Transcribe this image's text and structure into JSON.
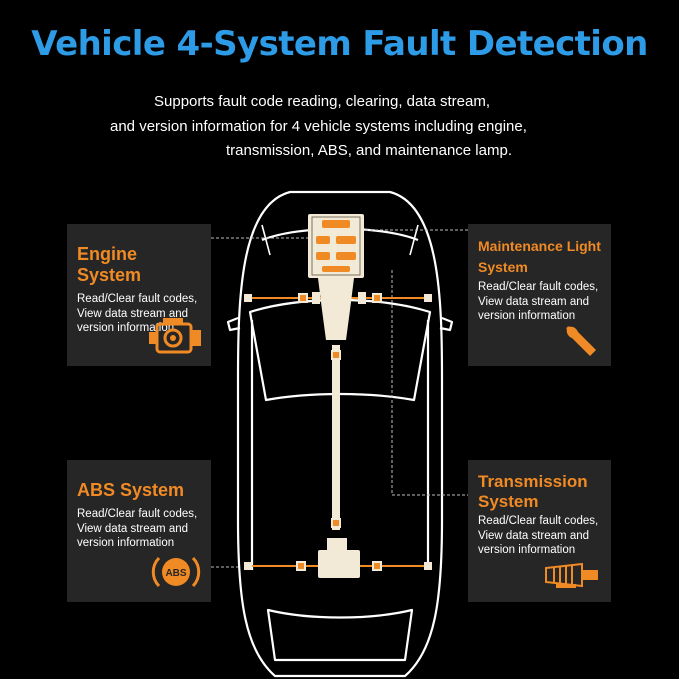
{
  "header": {
    "title": "Vehicle 4-System Fault Detection",
    "subtitle_lines": [
      "Supports fault code reading, clearing, data stream,",
      "and version information for 4 vehicle systems including engine,",
      "transmission, ABS, and maintenance lamp."
    ]
  },
  "cards": {
    "engine": {
      "title": "Engine System",
      "description": "Read/Clear fault codes,\nView data stream and\nversion information",
      "icon": "engine-icon"
    },
    "maintenance": {
      "title": "Maintenance Light\nSystem",
      "description": "Read/Clear fault codes,\nView data stream and\nversion information",
      "icon": "wrench-icon"
    },
    "abs": {
      "title": "ABS System",
      "description": "Read/Clear fault codes,\nView data stream and\nversion information",
      "icon": "abs-icon",
      "icon_text": "ABS"
    },
    "transmission": {
      "title": "Transmission\nSystem",
      "description": "Read/Clear fault codes,\nView data stream and\nversion information",
      "icon": "transmission-icon"
    }
  },
  "colors": {
    "title_blue": "#2e9be6",
    "accent_orange": "#f08a24",
    "card_bg": "#262626",
    "module_fill": "#f2ead6"
  }
}
